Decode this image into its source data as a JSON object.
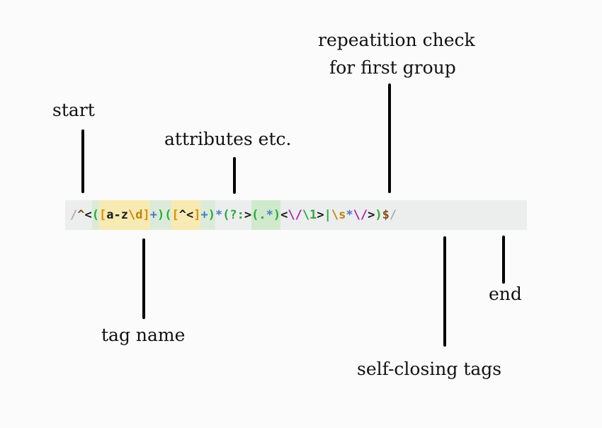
{
  "labels": {
    "start": "start",
    "attributes": "attributes etc.",
    "repetition_line1": "repeatition check",
    "repetition_line2": "for first group",
    "tag_name": "tag name",
    "self_closing": "self-closing tags",
    "end": "end"
  },
  "regex": {
    "tokens": [
      {
        "t": "/",
        "c": "c-delim"
      },
      {
        "t": "^",
        "c": "c-anchor"
      },
      {
        "t": "<",
        "c": "c-lit"
      },
      {
        "t": "(",
        "c": "c-grp grp1"
      },
      {
        "t": "[",
        "c": "c-cls cls"
      },
      {
        "t": "a-z",
        "c": "c-range cls"
      },
      {
        "t": "\\d",
        "c": "c-esc cls"
      },
      {
        "t": "]",
        "c": "c-cls cls"
      },
      {
        "t": "+",
        "c": "c-quant grp1"
      },
      {
        "t": ")",
        "c": "c-grp grp1"
      },
      {
        "t": "(",
        "c": "c-grp grp2"
      },
      {
        "t": "[",
        "c": "c-cls cls"
      },
      {
        "t": "^<",
        "c": "c-range cls"
      },
      {
        "t": "]",
        "c": "c-cls cls"
      },
      {
        "t": "+",
        "c": "c-quant grp2"
      },
      {
        "t": ")",
        "c": "c-grp grp2"
      },
      {
        "t": "*",
        "c": "c-quant"
      },
      {
        "t": "(?:",
        "c": "c-nc"
      },
      {
        "t": ">",
        "c": "c-lit"
      },
      {
        "t": "(",
        "c": "c-grp grp3"
      },
      {
        "t": ".",
        "c": "c-dot grp3"
      },
      {
        "t": "*",
        "c": "c-quant grp3"
      },
      {
        "t": ")",
        "c": "c-grp grp3"
      },
      {
        "t": "<",
        "c": "c-lit"
      },
      {
        "t": "\\/",
        "c": "c-escp"
      },
      {
        "t": "\\1",
        "c": "c-ref"
      },
      {
        "t": ">",
        "c": "c-lit"
      },
      {
        "t": "|",
        "c": "c-alt"
      },
      {
        "t": "\\s",
        "c": "c-esc"
      },
      {
        "t": "*",
        "c": "c-quant"
      },
      {
        "t": "\\/",
        "c": "c-escp"
      },
      {
        "t": ">",
        "c": "c-lit"
      },
      {
        "t": ")",
        "c": "c-nc"
      },
      {
        "t": "$",
        "c": "c-anchor"
      },
      {
        "t": "/",
        "c": "c-delim"
      }
    ]
  }
}
